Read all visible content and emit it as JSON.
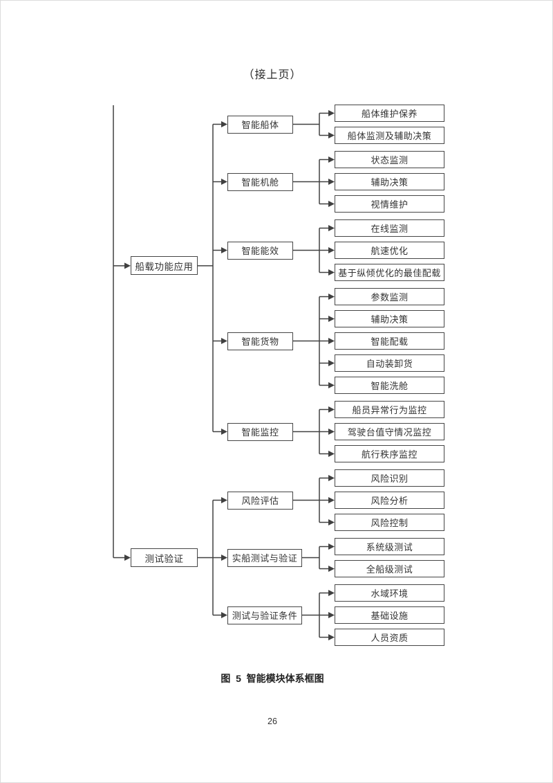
{
  "page": {
    "continued_note": "（接上页）",
    "caption": "图  5  智能模块体系框图",
    "page_number": "26"
  },
  "diagram": {
    "line_color": "#404040",
    "box_border_color": "#454545",
    "tree": [
      {
        "label": "船载功能应用",
        "children": [
          {
            "label": "智能船体",
            "children": [
              {
                "label": "船体维护保养"
              },
              {
                "label": "船体监测及辅助决策"
              }
            ]
          },
          {
            "label": "智能机舱",
            "children": [
              {
                "label": "状态监测"
              },
              {
                "label": "辅助决策"
              },
              {
                "label": "视情维护"
              }
            ]
          },
          {
            "label": "智能能效",
            "children": [
              {
                "label": "在线监测"
              },
              {
                "label": "航速优化"
              },
              {
                "label": "基于纵倾优化的最佳配载"
              }
            ]
          },
          {
            "label": "智能货物",
            "children": [
              {
                "label": "参数监测"
              },
              {
                "label": "辅助决策"
              },
              {
                "label": "智能配载"
              },
              {
                "label": "自动装卸货"
              },
              {
                "label": "智能洗舱"
              }
            ]
          },
          {
            "label": "智能监控",
            "children": [
              {
                "label": "船员异常行为监控"
              },
              {
                "label": "驾驶台值守情况监控"
              },
              {
                "label": "航行秩序监控"
              }
            ]
          }
        ]
      },
      {
        "label": "测试验证",
        "children": [
          {
            "label": "风险评估",
            "children": [
              {
                "label": "风险识别"
              },
              {
                "label": "风险分析"
              },
              {
                "label": "风险控制"
              }
            ]
          },
          {
            "label": "实船测试与验证",
            "children": [
              {
                "label": "系统级测试"
              },
              {
                "label": "全船级测试"
              }
            ]
          },
          {
            "label": "测试与验证条件",
            "children": [
              {
                "label": "水域环境"
              },
              {
                "label": "基础设施"
              },
              {
                "label": "人员资质"
              }
            ]
          }
        ]
      }
    ]
  }
}
